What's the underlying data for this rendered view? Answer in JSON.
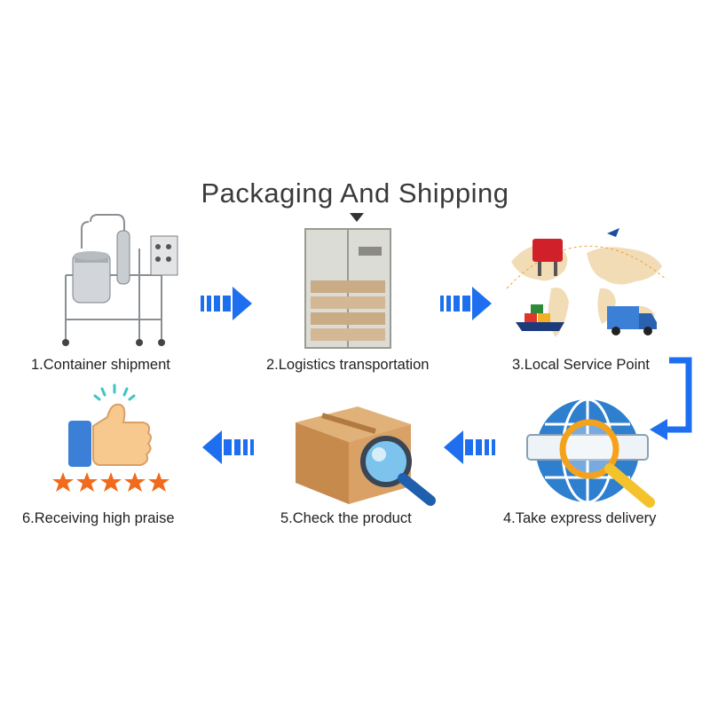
{
  "title": "Packaging And Shipping",
  "steps": [
    {
      "label": "1.Container shipment",
      "icon": "extraction-machine-icon"
    },
    {
      "label": "2.Logistics transportation",
      "icon": "wooden-crate-icon"
    },
    {
      "label": "3.Local Service Point",
      "icon": "world-map-transport-icon"
    },
    {
      "label": "4.Take express delivery",
      "icon": "globe-search-icon"
    },
    {
      "label": "5.Check the product",
      "icon": "box-magnifier-icon"
    },
    {
      "label": "6.Receiving high praise",
      "icon": "thumbs-up-stars-icon"
    }
  ],
  "colors": {
    "arrow": "#1e6ff0",
    "star": "#f26a1b",
    "title": "#3a3a3a"
  }
}
